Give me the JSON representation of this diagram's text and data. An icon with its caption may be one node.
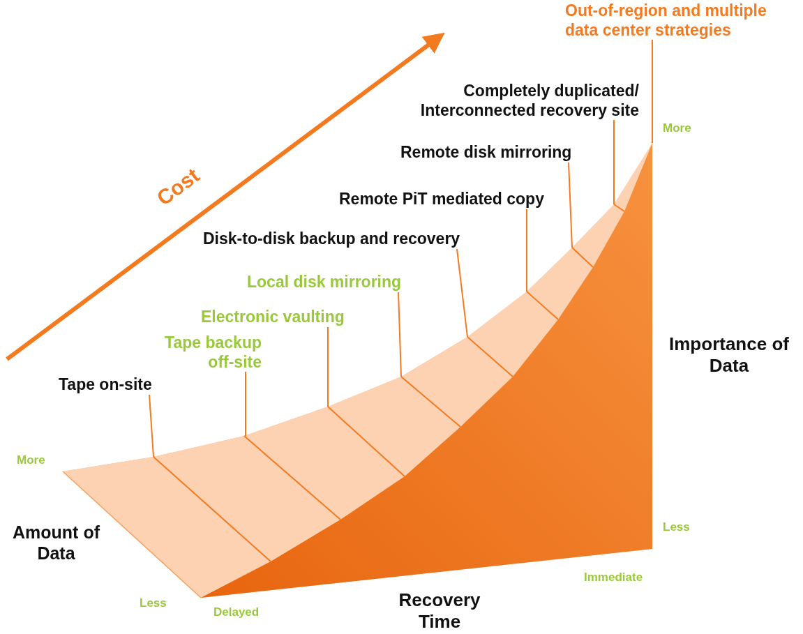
{
  "diagram": {
    "nodes": [
      {
        "text": [
          "Tape on-site"
        ]
      },
      {
        "text": [
          "Tape backup off-site"
        ]
      },
      {
        "text": [
          "Electronic vaulting"
        ]
      },
      {
        "text": [
          "Local disk mirroring"
        ]
      },
      {
        "text": [
          "Disk-to-disk backup and recovery"
        ]
      },
      {
        "text": [
          "Remote PiT mediated copy"
        ]
      },
      {
        "text": [
          "Remote disk mirroring"
        ]
      },
      {
        "text": [
          "Completely duplicated/ Interconnected recovery site"
        ]
      },
      {
        "text": [
          "Out-of-region and multiple data center strategies"
        ]
      }
    ],
    "edges": [
      {
        "from": 0,
        "to": null,
        "arrow": "none"
      },
      {
        "from": 1,
        "to": null,
        "arrow": "none"
      },
      {
        "from": 2,
        "to": null,
        "arrow": "none"
      },
      {
        "from": 3,
        "to": null,
        "arrow": "none"
      },
      {
        "from": 4,
        "to": null,
        "arrow": "none"
      },
      {
        "from": 5,
        "to": null,
        "arrow": "none"
      },
      {
        "from": 6,
        "to": null,
        "arrow": "none"
      },
      {
        "from": 7,
        "to": null,
        "arrow": "none"
      },
      {
        "from": 8,
        "to": null,
        "arrow": "none"
      }
    ],
    "labels": [
      "Cost",
      "More",
      "Importance of Data",
      "More",
      "Less",
      "Amount of Data",
      "Immediate",
      "Less",
      "Delayed",
      "Recovery Time"
    ]
  }
}
